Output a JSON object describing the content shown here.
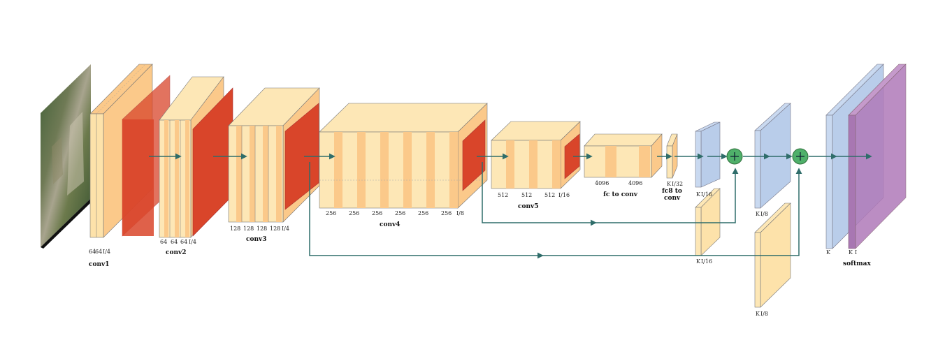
{
  "colors": {
    "conv": "#fde7b6",
    "conv_dark": "#fbc98a",
    "pool": "#d9452a",
    "upsample": "#b9cdea",
    "softmax": "#b07ab9",
    "arrow": "#2f6d6a",
    "sum": "#4fb06a"
  },
  "blocks": {
    "conv1": {
      "name": "conv1",
      "channels": [
        "64",
        "64"
      ],
      "scale": "I/4"
    },
    "conv2": {
      "name": "conv2",
      "channels": [
        "64",
        "64",
        "64"
      ],
      "scale": "I/4"
    },
    "conv3": {
      "name": "conv3",
      "channels": [
        "128",
        "128",
        "128",
        "128"
      ],
      "scale": "I/4"
    },
    "conv4": {
      "name": "conv4",
      "channels": [
        "256",
        "256",
        "256",
        "256",
        "256",
        "256"
      ],
      "scale": "I/8"
    },
    "conv5": {
      "name": "conv5",
      "channels": [
        "512",
        "512",
        "512"
      ],
      "scale": "I/16"
    },
    "fc": {
      "name": "fc to conv",
      "channels": [
        "4096",
        "4096"
      ]
    },
    "fc8": {
      "name_line1": "fc8 to",
      "name_line2": "conv",
      "label": "K",
      "scale": "I/32"
    },
    "up1": {
      "label": "K",
      "scale": "I/16"
    },
    "skip1": {
      "label": "K",
      "scale": "I/16"
    },
    "up2": {
      "label": "K",
      "scale": "I/8"
    },
    "skip2": {
      "label": "K",
      "scale": "I/8"
    },
    "out": {
      "name": "softmax",
      "label1": "K",
      "label2": "K",
      "scale": "I"
    }
  }
}
